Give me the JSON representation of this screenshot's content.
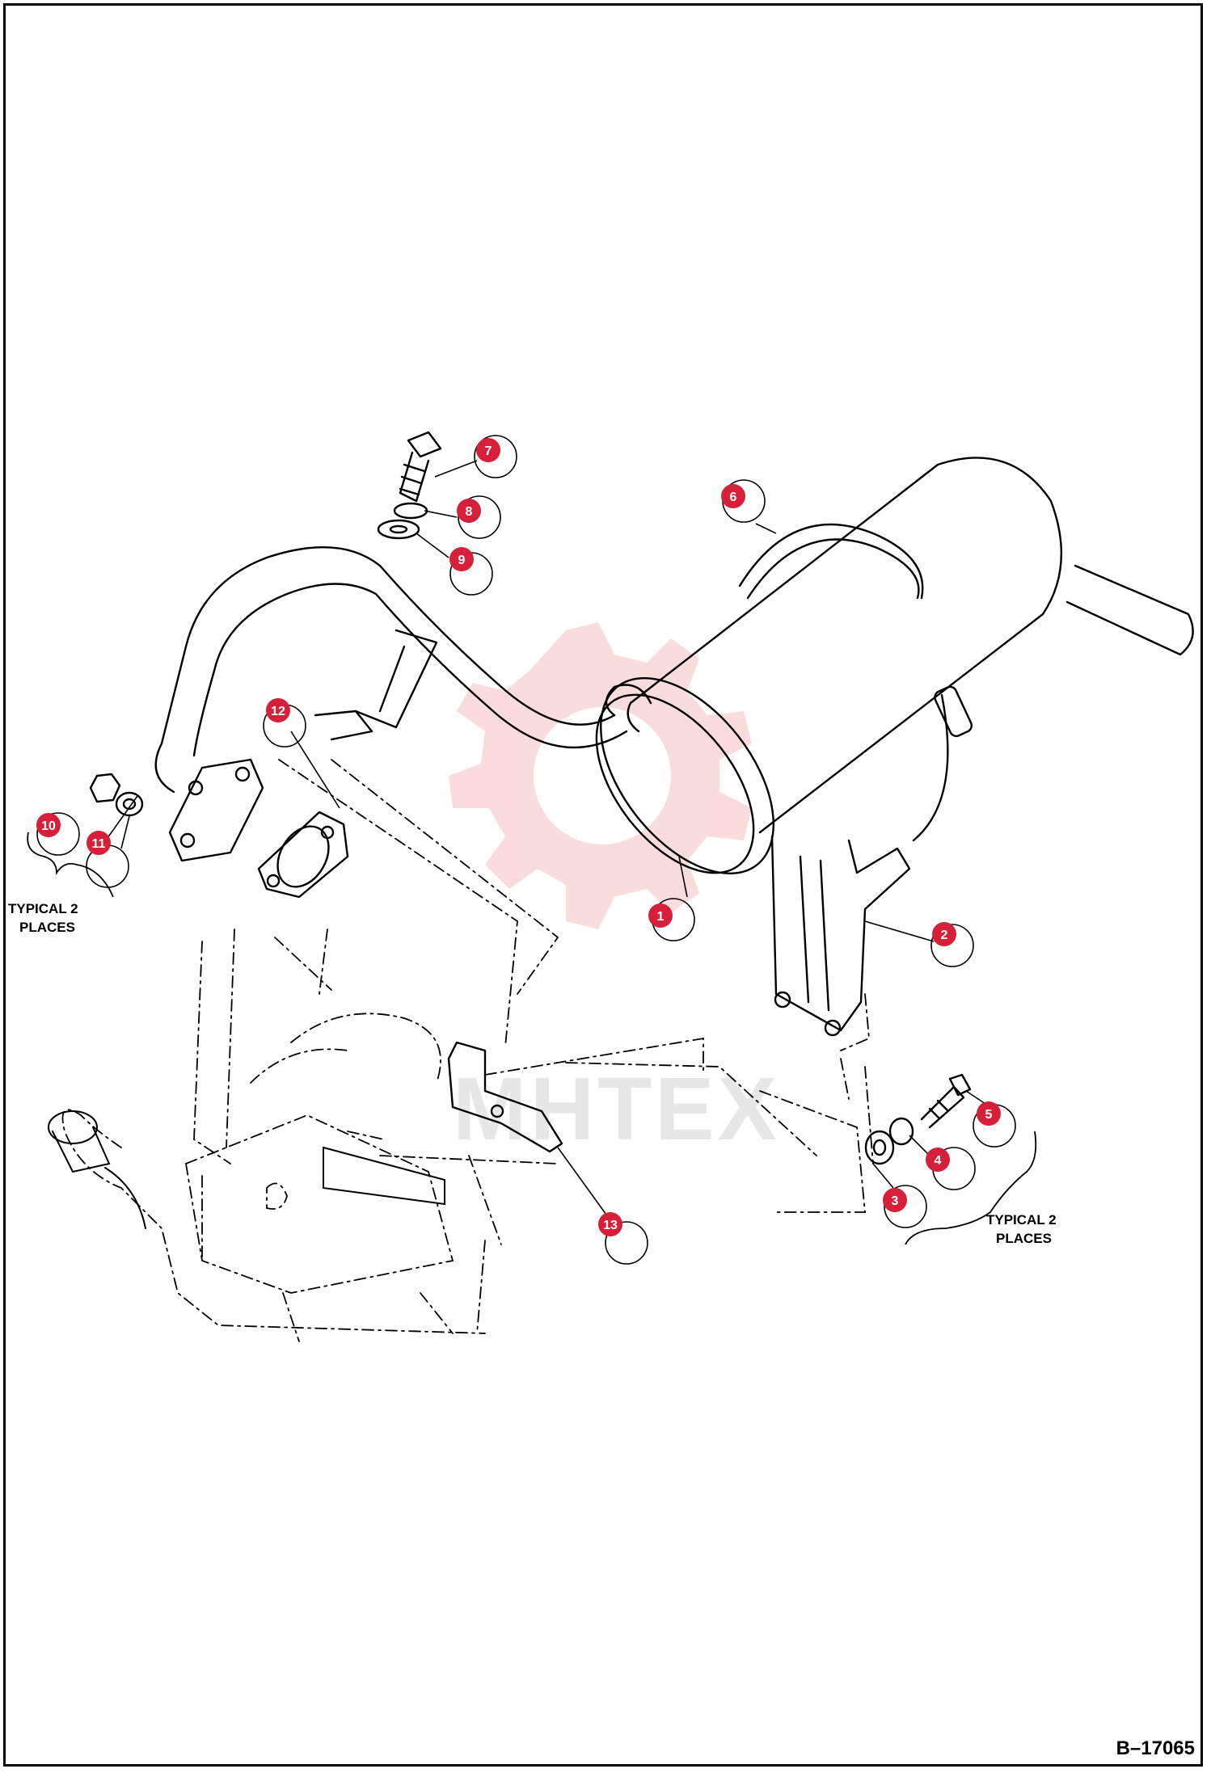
{
  "figure_id": "B–17065",
  "watermark": "MHTEX",
  "notes": {
    "left": [
      "TYPICAL 2",
      "PLACES"
    ],
    "right": [
      "TYPICAL 2",
      "PLACES"
    ]
  },
  "callouts": [
    {
      "id": "callout-1",
      "badge": "1",
      "label": "1",
      "part": "muffler"
    },
    {
      "id": "callout-2",
      "badge": "2",
      "label": "2",
      "part": "muffler-bracket"
    },
    {
      "id": "callout-3",
      "badge": "3",
      "label": "3",
      "part": "flat-washer"
    },
    {
      "id": "callout-4",
      "badge": "4",
      "label": "4",
      "part": "lock-washer"
    },
    {
      "id": "callout-5",
      "badge": "5",
      "label": "5",
      "part": "bolt"
    },
    {
      "id": "callout-6",
      "badge": "6",
      "label": "6",
      "part": "clamp-band"
    },
    {
      "id": "callout-7",
      "badge": "7",
      "label": "7",
      "part": "bolt"
    },
    {
      "id": "callout-8",
      "badge": "8",
      "label": "8",
      "part": "lock-washer"
    },
    {
      "id": "callout-9",
      "badge": "9",
      "label": "9",
      "part": "flat-washer"
    },
    {
      "id": "callout-10",
      "badge": "10",
      "label": "10",
      "part": "nut"
    },
    {
      "id": "callout-11",
      "badge": "11",
      "label": "11",
      "part": "lock-washer"
    },
    {
      "id": "callout-12",
      "badge": "12",
      "label": "12",
      "part": "gasket"
    },
    {
      "id": "callout-13",
      "badge": "13",
      "label": "13",
      "part": "pipe-bracket"
    }
  ],
  "colors": {
    "badge": "#d6203a",
    "line": "#000000",
    "watermark": "#f7c9c9"
  }
}
